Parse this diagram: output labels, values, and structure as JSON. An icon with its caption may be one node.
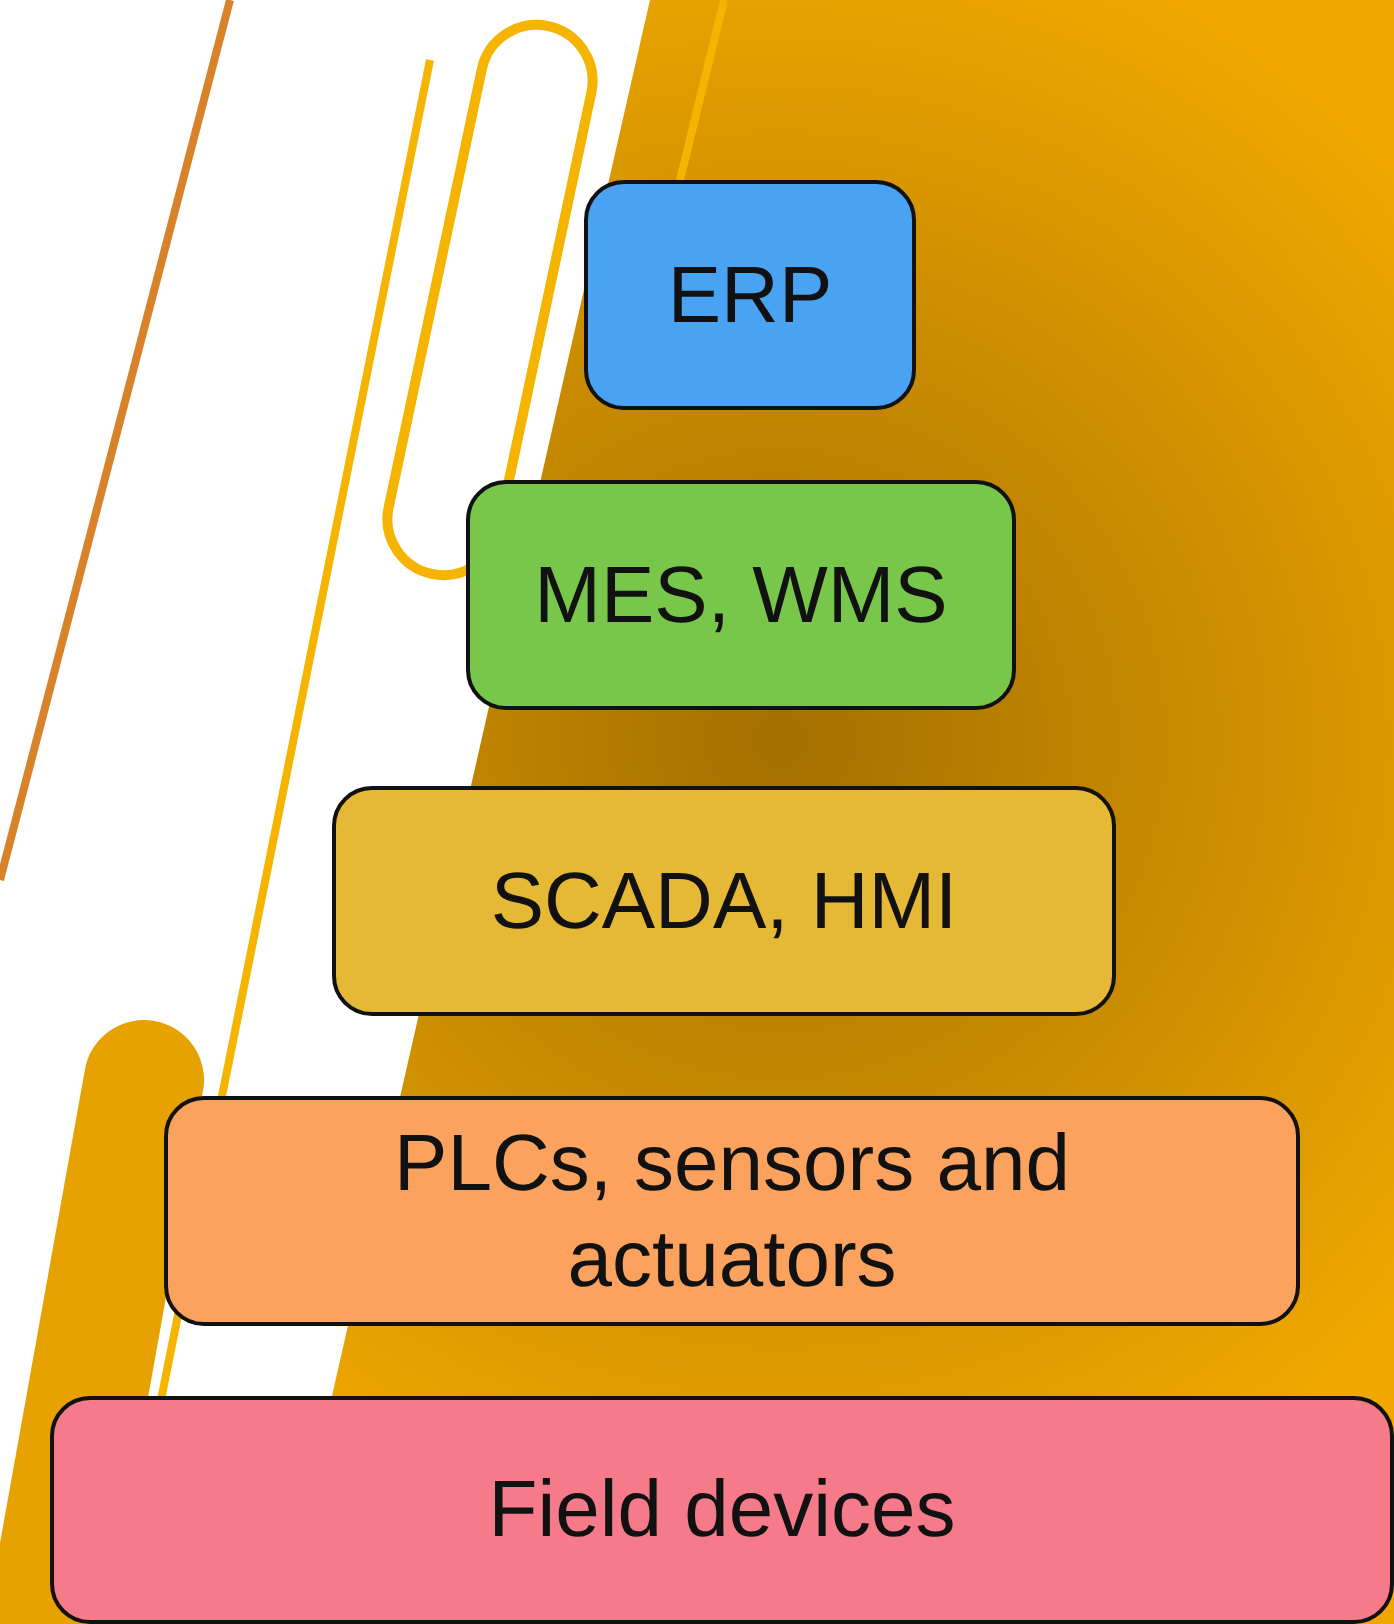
{
  "diagram": {
    "nodes": [
      {
        "text": [
          "ERP"
        ]
      },
      {
        "text": [
          "MES, WMS"
        ]
      },
      {
        "text": [
          "SCADA, HMI"
        ]
      },
      {
        "text": [
          "PLCs, sensors and actuators"
        ]
      },
      {
        "text": [
          "Field devices"
        ]
      }
    ]
  }
}
